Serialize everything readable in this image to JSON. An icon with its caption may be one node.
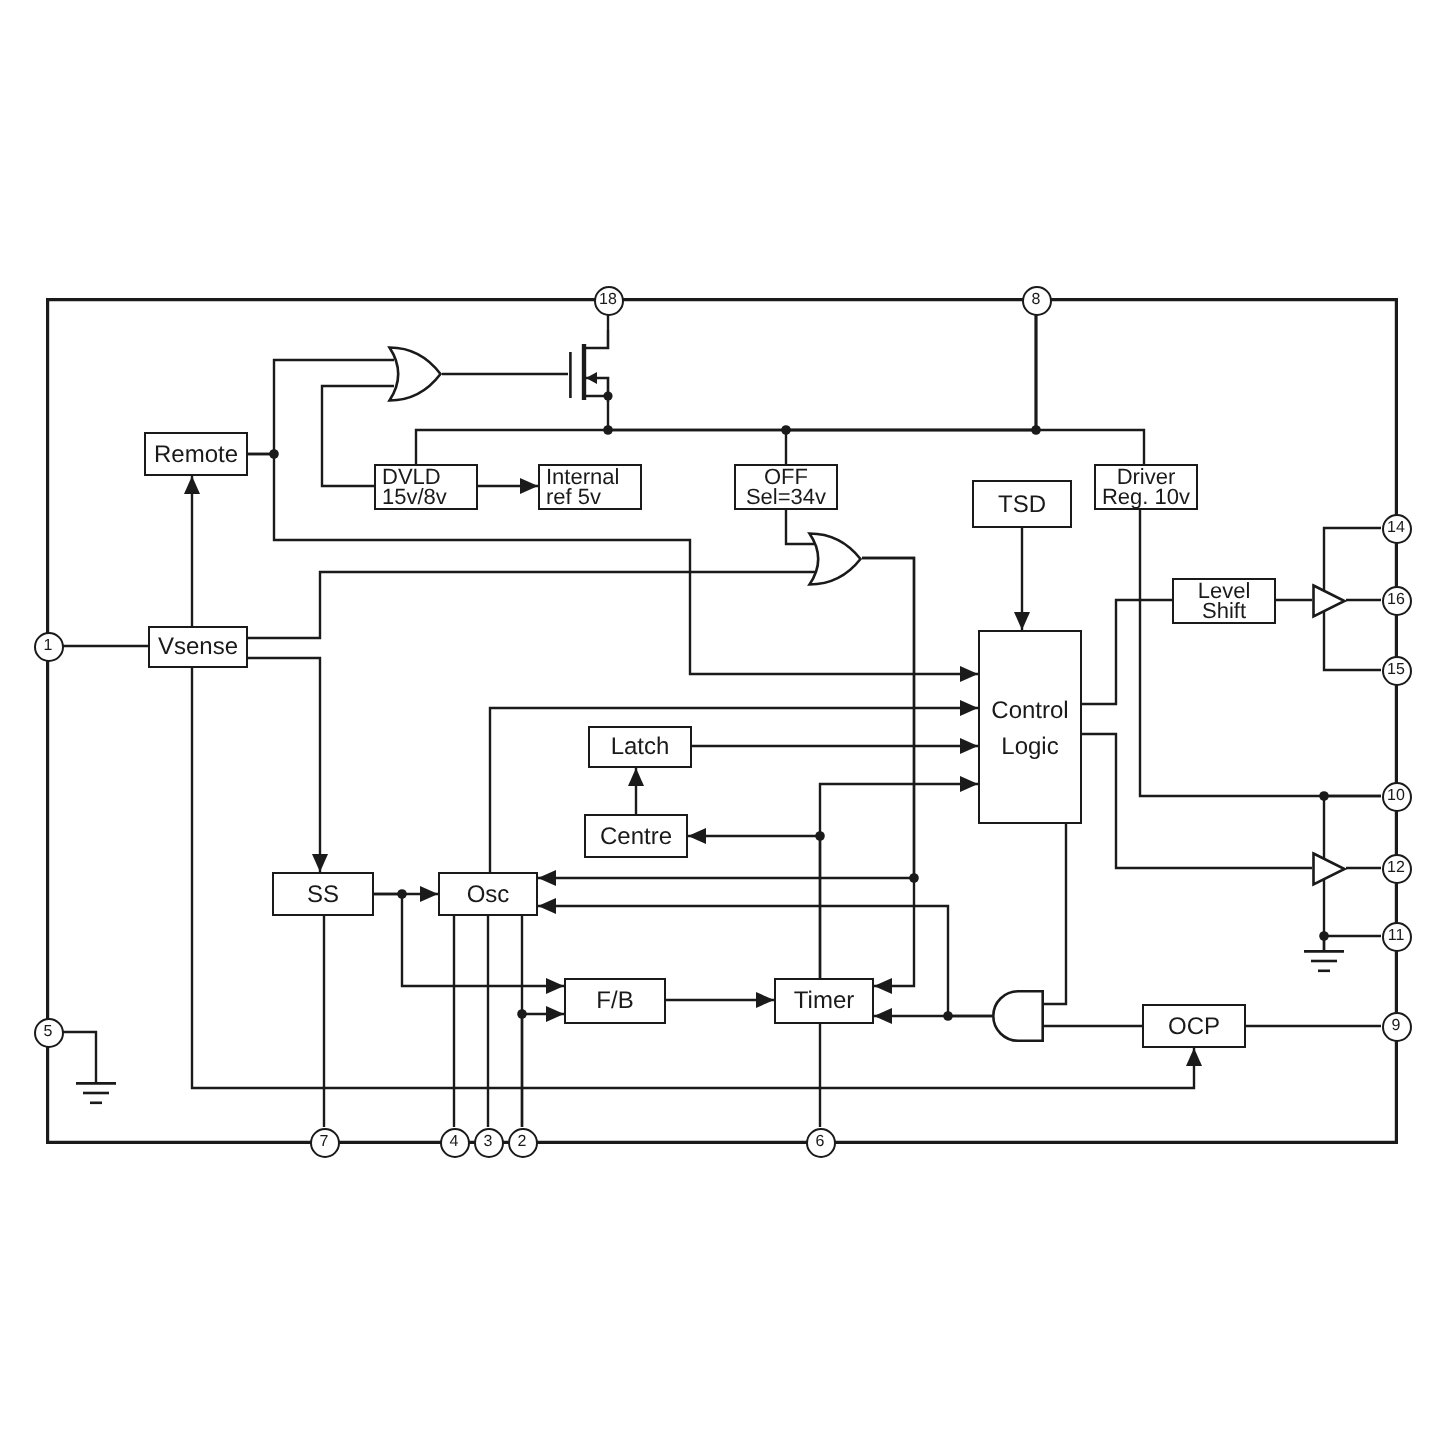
{
  "diagram": {
    "nodes": [
      {
        "text": [],
        "shape": "box"
      },
      {
        "text": [
          "18"
        ]
      },
      {
        "text": [
          "8"
        ]
      },
      {
        "text": [],
        "shape": "or-gate",
        "in": 0
      },
      {
        "text": [],
        "shape": "transistor",
        "in": 0
      },
      {
        "text": [
          "Remote"
        ],
        "in": 0
      },
      {
        "text": [
          "DVLD 15v/8v"
        ],
        "in": 0
      },
      {
        "text": [
          "Internal ref 5v"
        ],
        "in": 0
      },
      {
        "text": [
          "OFF Sel=34v"
        ],
        "in": 0
      },
      {
        "text": [
          "TSD"
        ],
        "in": 0
      },
      {
        "text": [
          "Driver Reg. 10v"
        ],
        "in": 0
      },
      {
        "text": [
          "14"
        ]
      },
      {
        "text": [],
        "shape": "or-gate",
        "in": 0
      },
      {
        "text": [
          "Level Shift"
        ],
        "in": 0
      },
      {
        "text": [],
        "shape": "triangle",
        "in": 0
      },
      {
        "text": [
          "16"
        ]
      },
      {
        "text": [
          "1"
        ]
      },
      {
        "text": [
          "Vsense"
        ],
        "in": 0
      },
      {
        "text": [
          "Control Logic"
        ],
        "in": 0
      },
      {
        "text": [
          "15"
        ]
      },
      {
        "text": [
          "Latch"
        ],
        "in": 0
      },
      {
        "text": [
          "10"
        ]
      },
      {
        "text": [
          "Centre"
        ],
        "in": 0
      },
      {
        "text": [
          "SS"
        ],
        "in": 0
      },
      {
        "text": [
          "Osc"
        ],
        "in": 0
      },
      {
        "text": [],
        "shape": "triangle",
        "in": 0
      },
      {
        "text": [
          "12"
        ]
      },
      {
        "text": [
          "11"
        ]
      },
      {
        "text": [],
        "shape": "ground",
        "in": 0
      },
      {
        "text": [
          "F/B"
        ],
        "in": 0
      },
      {
        "text": [
          "Timer"
        ],
        "in": 0
      },
      {
        "text": [],
        "shape": "and-gate",
        "in": 0
      },
      {
        "text": [
          "OCP"
        ],
        "in": 0
      },
      {
        "text": [
          "9"
        ]
      },
      {
        "text": [
          "5"
        ]
      },
      {
        "text": [],
        "shape": "ground",
        "in": 0
      },
      {
        "text": [
          "7"
        ]
      },
      {
        "text": [
          "4"
        ]
      },
      {
        "text": [
          "3"
        ]
      },
      {
        "text": [
          "2"
        ]
      },
      {
        "text": [
          "6"
        ]
      }
    ],
    "edges": [
      {
        "from": 1,
        "to": 4,
        "arrow": "none"
      },
      {
        "from": 3,
        "to": 4,
        "arrow": "none"
      },
      {
        "from": 5,
        "to": 3,
        "arrow": "none"
      },
      {
        "from": 6,
        "to": 3,
        "arrow": "none"
      },
      {
        "from": 4,
        "to": 2,
        "arrow": "none"
      },
      {
        "from": 2,
        "to": 6,
        "arrow": "none"
      },
      {
        "from": 2,
        "to": 8,
        "arrow": "none"
      },
      {
        "from": 2,
        "to": 10,
        "arrow": "none"
      },
      {
        "from": 6,
        "to": 7,
        "arrow": "to"
      },
      {
        "from": 17,
        "to": 5,
        "arrow": "to"
      },
      {
        "from": 16,
        "to": 17,
        "arrow": "none"
      },
      {
        "from": 5,
        "to": 18,
        "arrow": "to"
      },
      {
        "from": 8,
        "to": 12,
        "arrow": "none"
      },
      {
        "from": 17,
        "to": 12,
        "arrow": "none"
      },
      {
        "from": 12,
        "to": 24,
        "arrow": "to"
      },
      {
        "from": 12,
        "to": 30,
        "arrow": "to"
      },
      {
        "from": 9,
        "to": 18,
        "arrow": "to"
      },
      {
        "from": 18,
        "to": 13,
        "arrow": "none"
      },
      {
        "from": 13,
        "to": 14,
        "arrow": "none"
      },
      {
        "from": 14,
        "to": 15,
        "arrow": "none"
      },
      {
        "from": 11,
        "to": 14,
        "arrow": "none"
      },
      {
        "from": 19,
        "to": 14,
        "arrow": "none"
      },
      {
        "from": 18,
        "to": 25,
        "arrow": "none"
      },
      {
        "from": 25,
        "to": 26,
        "arrow": "none"
      },
      {
        "from": 10,
        "to": 21,
        "arrow": "none"
      },
      {
        "from": 21,
        "to": 25,
        "arrow": "none"
      },
      {
        "from": 25,
        "to": 28,
        "arrow": "none"
      },
      {
        "from": 27,
        "to": 28,
        "arrow": "none"
      },
      {
        "from": 24,
        "to": 18,
        "arrow": "to"
      },
      {
        "from": 20,
        "to": 18,
        "arrow": "to"
      },
      {
        "from": 22,
        "to": 20,
        "arrow": "to"
      },
      {
        "from": 30,
        "to": 18,
        "arrow": "to"
      },
      {
        "from": 30,
        "to": 22,
        "arrow": "to"
      },
      {
        "from": 30,
        "to": 40,
        "arrow": "none"
      },
      {
        "from": 17,
        "to": 23,
        "arrow": "to"
      },
      {
        "from": 23,
        "to": 24,
        "arrow": "to"
      },
      {
        "from": 23,
        "to": 29,
        "arrow": "to"
      },
      {
        "from": 23,
        "to": 36,
        "arrow": "none"
      },
      {
        "from": 24,
        "to": 37,
        "arrow": "none"
      },
      {
        "from": 24,
        "to": 38,
        "arrow": "none"
      },
      {
        "from": 24,
        "to": 39,
        "arrow": "none"
      },
      {
        "from": 39,
        "to": 29,
        "arrow": "to"
      },
      {
        "from": 29,
        "to": 30,
        "arrow": "to"
      },
      {
        "from": 31,
        "to": 30,
        "arrow": "to"
      },
      {
        "from": 31,
        "to": 24,
        "arrow": "to"
      },
      {
        "from": 18,
        "to": 31,
        "arrow": "none"
      },
      {
        "from": 32,
        "to": 31,
        "arrow": "none"
      },
      {
        "from": 17,
        "to": 32,
        "arrow": "to"
      },
      {
        "from": 32,
        "to": 33,
        "arrow": "none"
      },
      {
        "from": 34,
        "to": 35,
        "arrow": "none"
      }
    ]
  }
}
